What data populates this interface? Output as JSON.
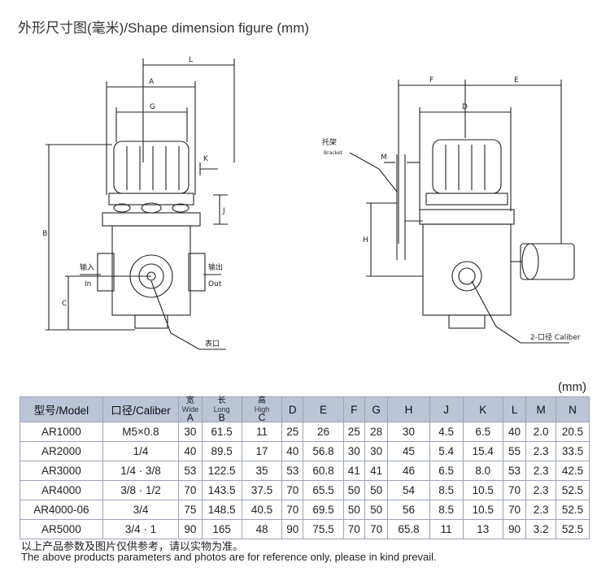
{
  "title": "外形尺寸图(毫米)/Shape dimension figure (mm)",
  "drawing_labels": {
    "L": "L",
    "A": "A",
    "G": "G",
    "K": "K",
    "J": "J",
    "B": "B",
    "C": "C",
    "inlet_cn": "输入",
    "inlet_en": "In",
    "outlet_cn": "输出",
    "outlet_en": "Out",
    "gauge_port": "表口",
    "F": "F",
    "E": "E",
    "D": "D",
    "M": "M",
    "H": "H",
    "bracket_cn": "托架",
    "bracket_en": "Bracket",
    "caliber": "2-口径 Caliber"
  },
  "unit_label": "(mm)",
  "table": {
    "headers": {
      "model": "型号/Model",
      "caliber": "口径/Caliber",
      "a_cn": "宽",
      "a_en": "Wide",
      "a_letter": "A",
      "b_cn": "长",
      "b_en": "Long",
      "b_letter": "B",
      "c_cn": "高",
      "c_en": "High",
      "c_letter": "C",
      "d": "D",
      "e": "E",
      "f": "F",
      "g": "G",
      "h": "H",
      "j": "J",
      "k": "K",
      "l": "L",
      "m": "M",
      "n": "N"
    },
    "rows": [
      [
        "AR1000",
        "M5×0.8",
        "30",
        "61.5",
        "11",
        "25",
        "26",
        "25",
        "28",
        "30",
        "4.5",
        "6.5",
        "40",
        "2.0",
        "20.5"
      ],
      [
        "AR2000",
        "1/4",
        "40",
        "89.5",
        "17",
        "40",
        "56.8",
        "30",
        "30",
        "45",
        "5.4",
        "15.4",
        "55",
        "2.3",
        "33.5"
      ],
      [
        "AR3000",
        "1/4 · 3/8",
        "53",
        "122.5",
        "35",
        "53",
        "60.8",
        "41",
        "41",
        "46",
        "6.5",
        "8.0",
        "53",
        "2.3",
        "42.5"
      ],
      [
        "AR4000",
        "3/8 · 1/2",
        "70",
        "143.5",
        "37.5",
        "70",
        "65.5",
        "50",
        "50",
        "54",
        "8.5",
        "10.5",
        "70",
        "2.3",
        "52.5"
      ],
      [
        "AR4000-06",
        "3/4",
        "75",
        "148.5",
        "40.5",
        "70",
        "69.5",
        "50",
        "50",
        "56",
        "8.5",
        "10.5",
        "70",
        "2.3",
        "52.5"
      ],
      [
        "AR5000",
        "3/4 · 1",
        "90",
        "165",
        "48",
        "90",
        "75.5",
        "70",
        "70",
        "65.8",
        "11",
        "13",
        "90",
        "3.2",
        "52.5"
      ]
    ]
  },
  "note_cn": "以上产品参数及图片仅供参考，请以实物为准。",
  "note_en": "The above products parameters and photos are for reference only, please in kind prevail."
}
